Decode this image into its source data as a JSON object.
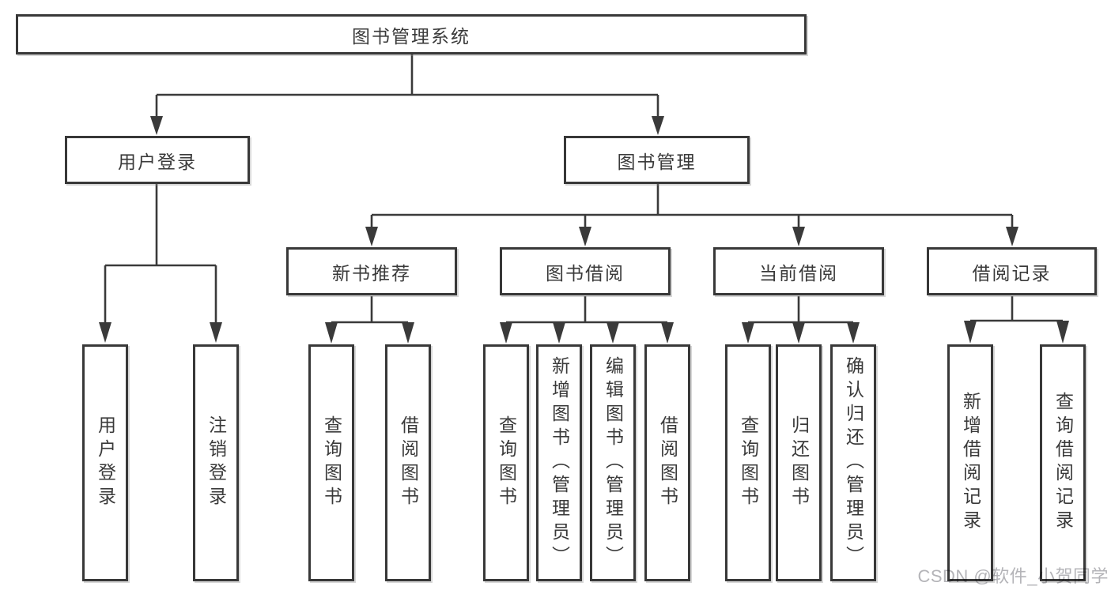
{
  "diagram": {
    "root": {
      "label": "图书管理系统"
    },
    "branches": [
      {
        "label": "用户登录",
        "children": [
          {
            "label": "用户登录"
          },
          {
            "label": "注销登录"
          }
        ]
      },
      {
        "label": "图书管理",
        "children": [
          {
            "label": "新书推荐",
            "children": [
              {
                "label": "查询图书"
              },
              {
                "label": "借阅图书"
              }
            ]
          },
          {
            "label": "图书借阅",
            "children": [
              {
                "label": "查询图书"
              },
              {
                "label": "新增图书（管理员）"
              },
              {
                "label": "编辑图书（管理员）"
              },
              {
                "label": "借阅图书"
              }
            ]
          },
          {
            "label": "当前借阅",
            "children": [
              {
                "label": "查询图书"
              },
              {
                "label": "归还图书"
              },
              {
                "label": "确认归还（管理员）"
              }
            ]
          },
          {
            "label": "借阅记录",
            "children": [
              {
                "label": "新增借阅记录"
              },
              {
                "label": "查询借阅记录"
              }
            ]
          }
        ]
      }
    ]
  },
  "watermark": {
    "text": "CSDN @软件_小贺同学"
  },
  "colors": {
    "line": "#3a3a3a",
    "border": "#383838",
    "text": "#3a3a3a",
    "background": "#ffffff",
    "watermark": "#b4b4b8"
  }
}
